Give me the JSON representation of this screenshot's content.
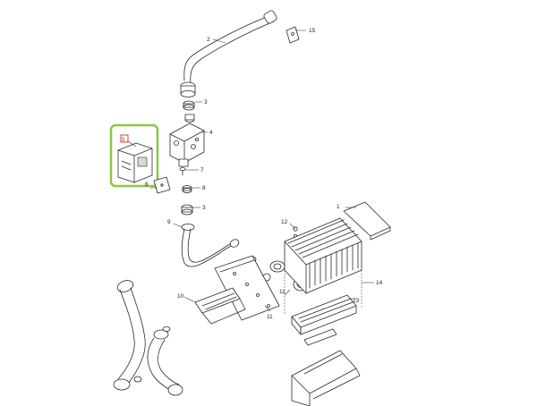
{
  "diagram": {
    "highlight_color": "#8cc63f",
    "highlight_marker_color": "#cc1111",
    "callouts": [
      {
        "id": "c1",
        "text": "1"
      },
      {
        "id": "c2",
        "text": "2"
      },
      {
        "id": "c3a",
        "text": "3"
      },
      {
        "id": "c3b",
        "text": "3"
      },
      {
        "id": "c4",
        "text": "4"
      },
      {
        "id": "c5",
        "text": "5"
      },
      {
        "id": "c6",
        "text": "6"
      },
      {
        "id": "c7",
        "text": "7"
      },
      {
        "id": "c8",
        "text": "8"
      },
      {
        "id": "c9",
        "text": "9"
      },
      {
        "id": "c10",
        "text": "10"
      },
      {
        "id": "c11a",
        "text": "11"
      },
      {
        "id": "c11b",
        "text": "11"
      },
      {
        "id": "c12",
        "text": "12"
      },
      {
        "id": "c13",
        "text": "13"
      },
      {
        "id": "c14",
        "text": "14"
      },
      {
        "id": "c15",
        "text": "15"
      }
    ]
  }
}
